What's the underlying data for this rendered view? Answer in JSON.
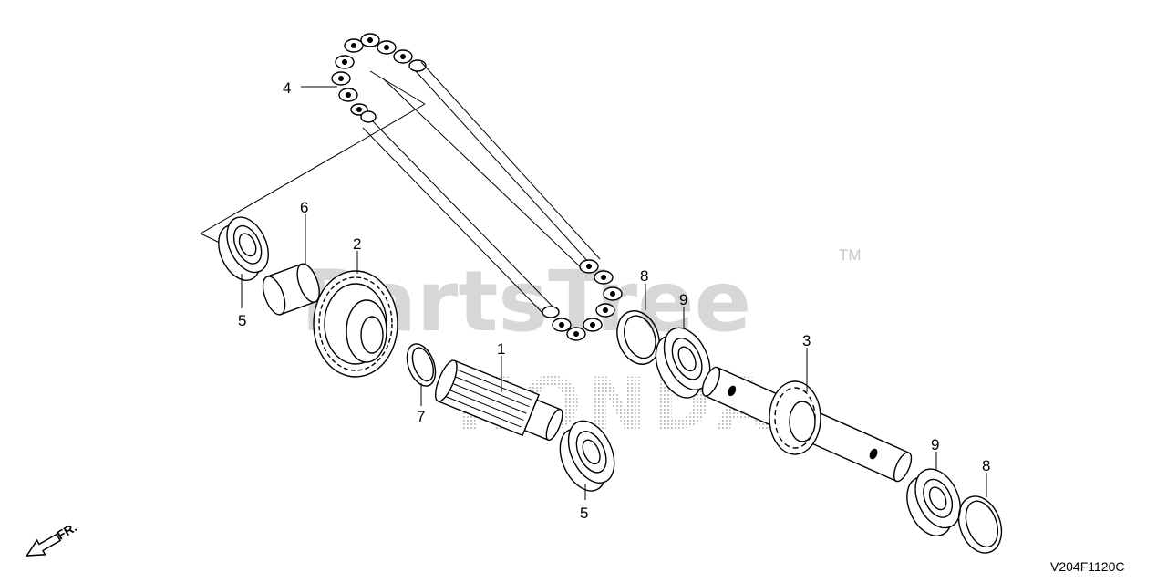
{
  "watermark": {
    "brand": "PartsTree",
    "trademark": "TM",
    "manufacturer": "HONDA"
  },
  "diagram_code": "V204F1120C",
  "direction_label": "FR.",
  "callouts": [
    {
      "id": "c1",
      "label": "1"
    },
    {
      "id": "c2",
      "label": "2"
    },
    {
      "id": "c3",
      "label": "3"
    },
    {
      "id": "c4",
      "label": "4"
    },
    {
      "id": "c5a",
      "label": "5"
    },
    {
      "id": "c5b",
      "label": "5"
    },
    {
      "id": "c6",
      "label": "6"
    },
    {
      "id": "c7",
      "label": "7"
    },
    {
      "id": "c8a",
      "label": "8"
    },
    {
      "id": "c8b",
      "label": "8"
    },
    {
      "id": "c9a",
      "label": "9"
    },
    {
      "id": "c9b",
      "label": "9"
    }
  ]
}
